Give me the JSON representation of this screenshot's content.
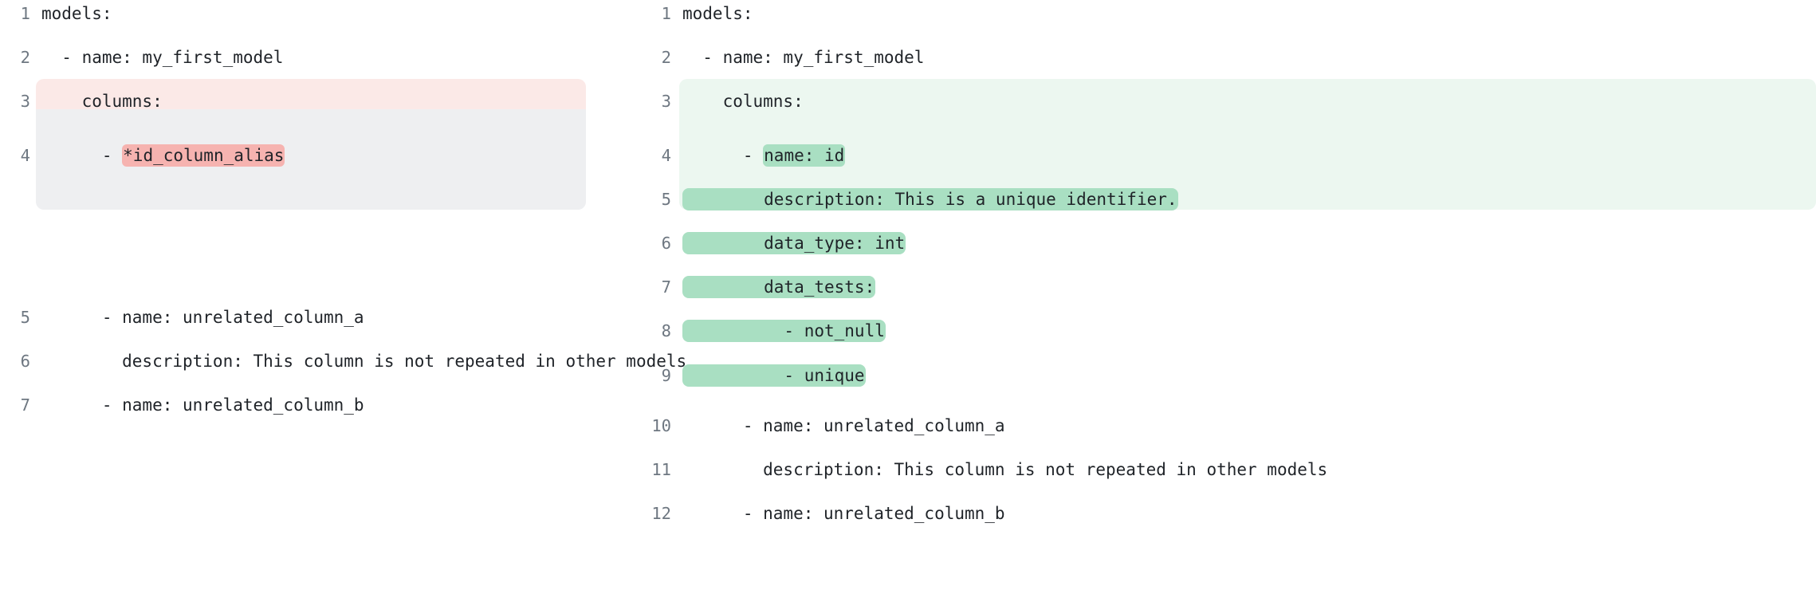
{
  "view": {
    "type": "side-by-side-code-diff",
    "language": "yaml",
    "colors": {
      "removed_row_bg": "#fbe9e7",
      "removed_chip_bg": "#f6b3b0",
      "added_group_bg": "#ecf7f0",
      "added_chip_bg": "#a9dfc2",
      "placeholder_bg": "#eeeff1",
      "line_number": "#6e7781",
      "code_text": "#1f2328",
      "page_bg": "#ffffff"
    }
  },
  "left_panel": {
    "name": "before",
    "lines": [
      {
        "number": "1",
        "text": "models:",
        "state": "context"
      },
      {
        "number": "2",
        "text": "  - name: my_first_model",
        "state": "context"
      },
      {
        "number": "3",
        "text": "    columns:",
        "state": "context"
      },
      {
        "number": "4",
        "prefix": "      - ",
        "highlight": "*id_column_alias",
        "text": "      - *id_column_alias",
        "state": "removed"
      },
      {
        "number": "5",
        "text": "      - name: unrelated_column_a",
        "state": "context"
      },
      {
        "number": "6",
        "text": "        description: This column is not repeated in other models",
        "state": "context"
      },
      {
        "number": "7",
        "text": "      - name: unrelated_column_b",
        "state": "context"
      }
    ]
  },
  "right_panel": {
    "name": "after",
    "lines": [
      {
        "number": "1",
        "text": "models:",
        "state": "context"
      },
      {
        "number": "2",
        "text": "  - name: my_first_model",
        "state": "context"
      },
      {
        "number": "3",
        "text": "    columns:",
        "state": "context"
      },
      {
        "number": "4",
        "prefix": "      - ",
        "highlight": "name: id",
        "text": "      - name: id",
        "state": "added"
      },
      {
        "number": "5",
        "prefix": "",
        "highlight": "        description: This is a unique identifier.",
        "text": "        description: This is a unique identifier.",
        "state": "added"
      },
      {
        "number": "6",
        "prefix": "",
        "highlight": "        data_type: int",
        "text": "        data_type: int",
        "state": "added"
      },
      {
        "number": "7",
        "prefix": "",
        "highlight": "        data_tests:",
        "text": "        data_tests:",
        "state": "added"
      },
      {
        "number": "8",
        "prefix": "",
        "highlight": "          - not_null",
        "text": "          - not_null",
        "state": "added"
      },
      {
        "number": "9",
        "prefix": "",
        "highlight": "          - unique",
        "text": "          - unique",
        "state": "added"
      },
      {
        "number": "10",
        "text": "      - name: unrelated_column_a",
        "state": "context"
      },
      {
        "number": "11",
        "text": "        description: This column is not repeated in other models",
        "state": "context"
      },
      {
        "number": "12",
        "text": "      - name: unrelated_column_b",
        "state": "context"
      }
    ]
  }
}
